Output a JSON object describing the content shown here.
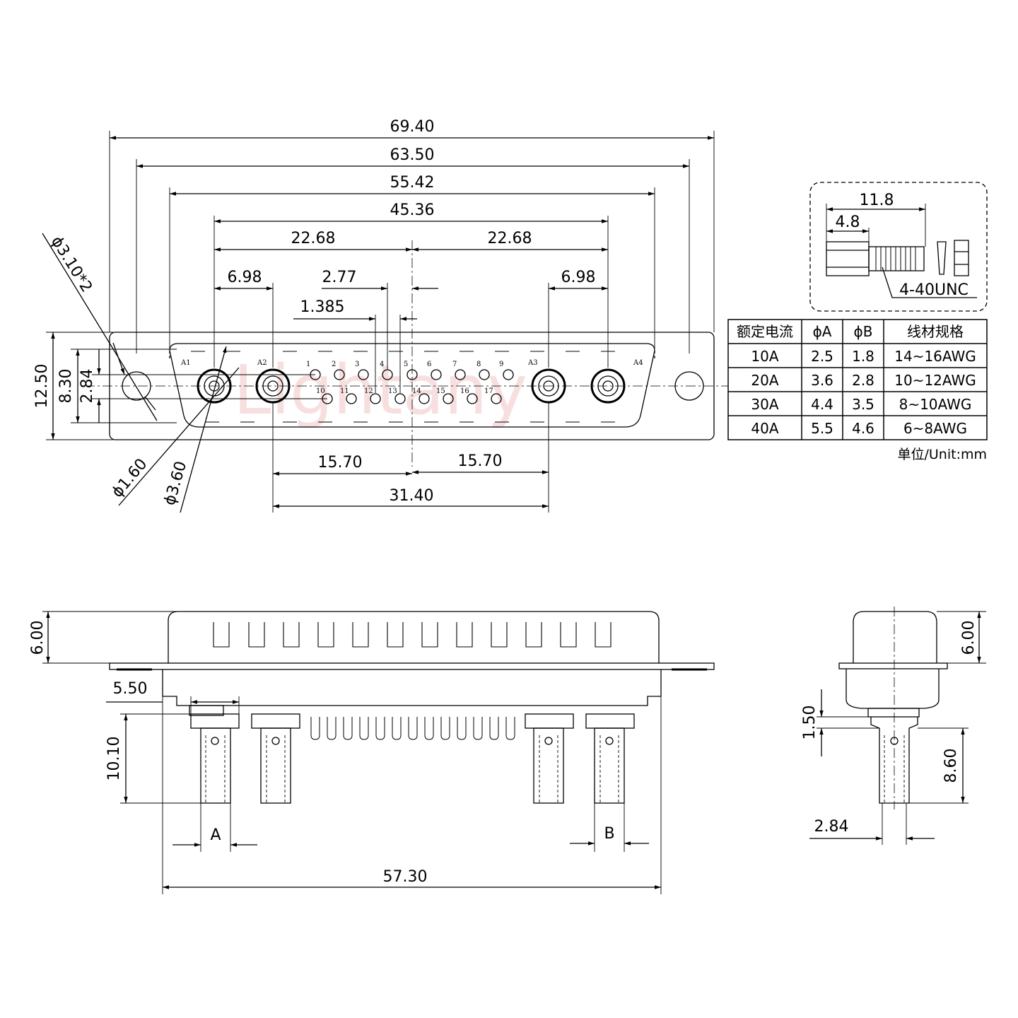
{
  "watermark": "Lightany",
  "front_view": {
    "dims_top": [
      "69.40",
      "63.50",
      "55.42",
      "45.36",
      "22.68",
      "22.68",
      "6.98",
      "6.98",
      "2.77",
      "1.385"
    ],
    "dims_left": [
      "12.50",
      "8.30",
      "2.84"
    ],
    "dims_angled": [
      "ϕ3.10*2",
      "ϕ1.60",
      "ϕ3.60"
    ],
    "dims_bottom": [
      "15.70",
      "15.70",
      "31.40"
    ],
    "cavity_labels": [
      "A1",
      "A2",
      "A3",
      "A4"
    ],
    "pin_labels_top": [
      "1",
      "2",
      "3",
      "4",
      "5",
      "6",
      "7",
      "8",
      "9"
    ],
    "pin_labels_bottom": [
      "10",
      "11",
      "12",
      "13",
      "14",
      "15",
      "16",
      "17"
    ]
  },
  "screw_detail": {
    "dims": [
      "11.8",
      "4.8"
    ],
    "thread_label": "4-40UNC"
  },
  "spec_table": {
    "headers": [
      "额定电流",
      "ϕA",
      "ϕB",
      "线材规格"
    ],
    "rows": [
      [
        "10A",
        "2.5",
        "1.8",
        "14~16AWG"
      ],
      [
        "20A",
        "3.6",
        "2.8",
        "10~12AWG"
      ],
      [
        "30A",
        "4.4",
        "3.5",
        "8~10AWG"
      ],
      [
        "40A",
        "5.5",
        "4.6",
        "6~8AWG"
      ]
    ],
    "unit_note": "单位/Unit:mm"
  },
  "side_view": {
    "dims": [
      "6.00",
      "5.50",
      "10.10",
      "A",
      "B",
      "57.30"
    ]
  },
  "end_view": {
    "dims": [
      "6.00",
      "1.50",
      "8.60",
      "2.84"
    ]
  }
}
